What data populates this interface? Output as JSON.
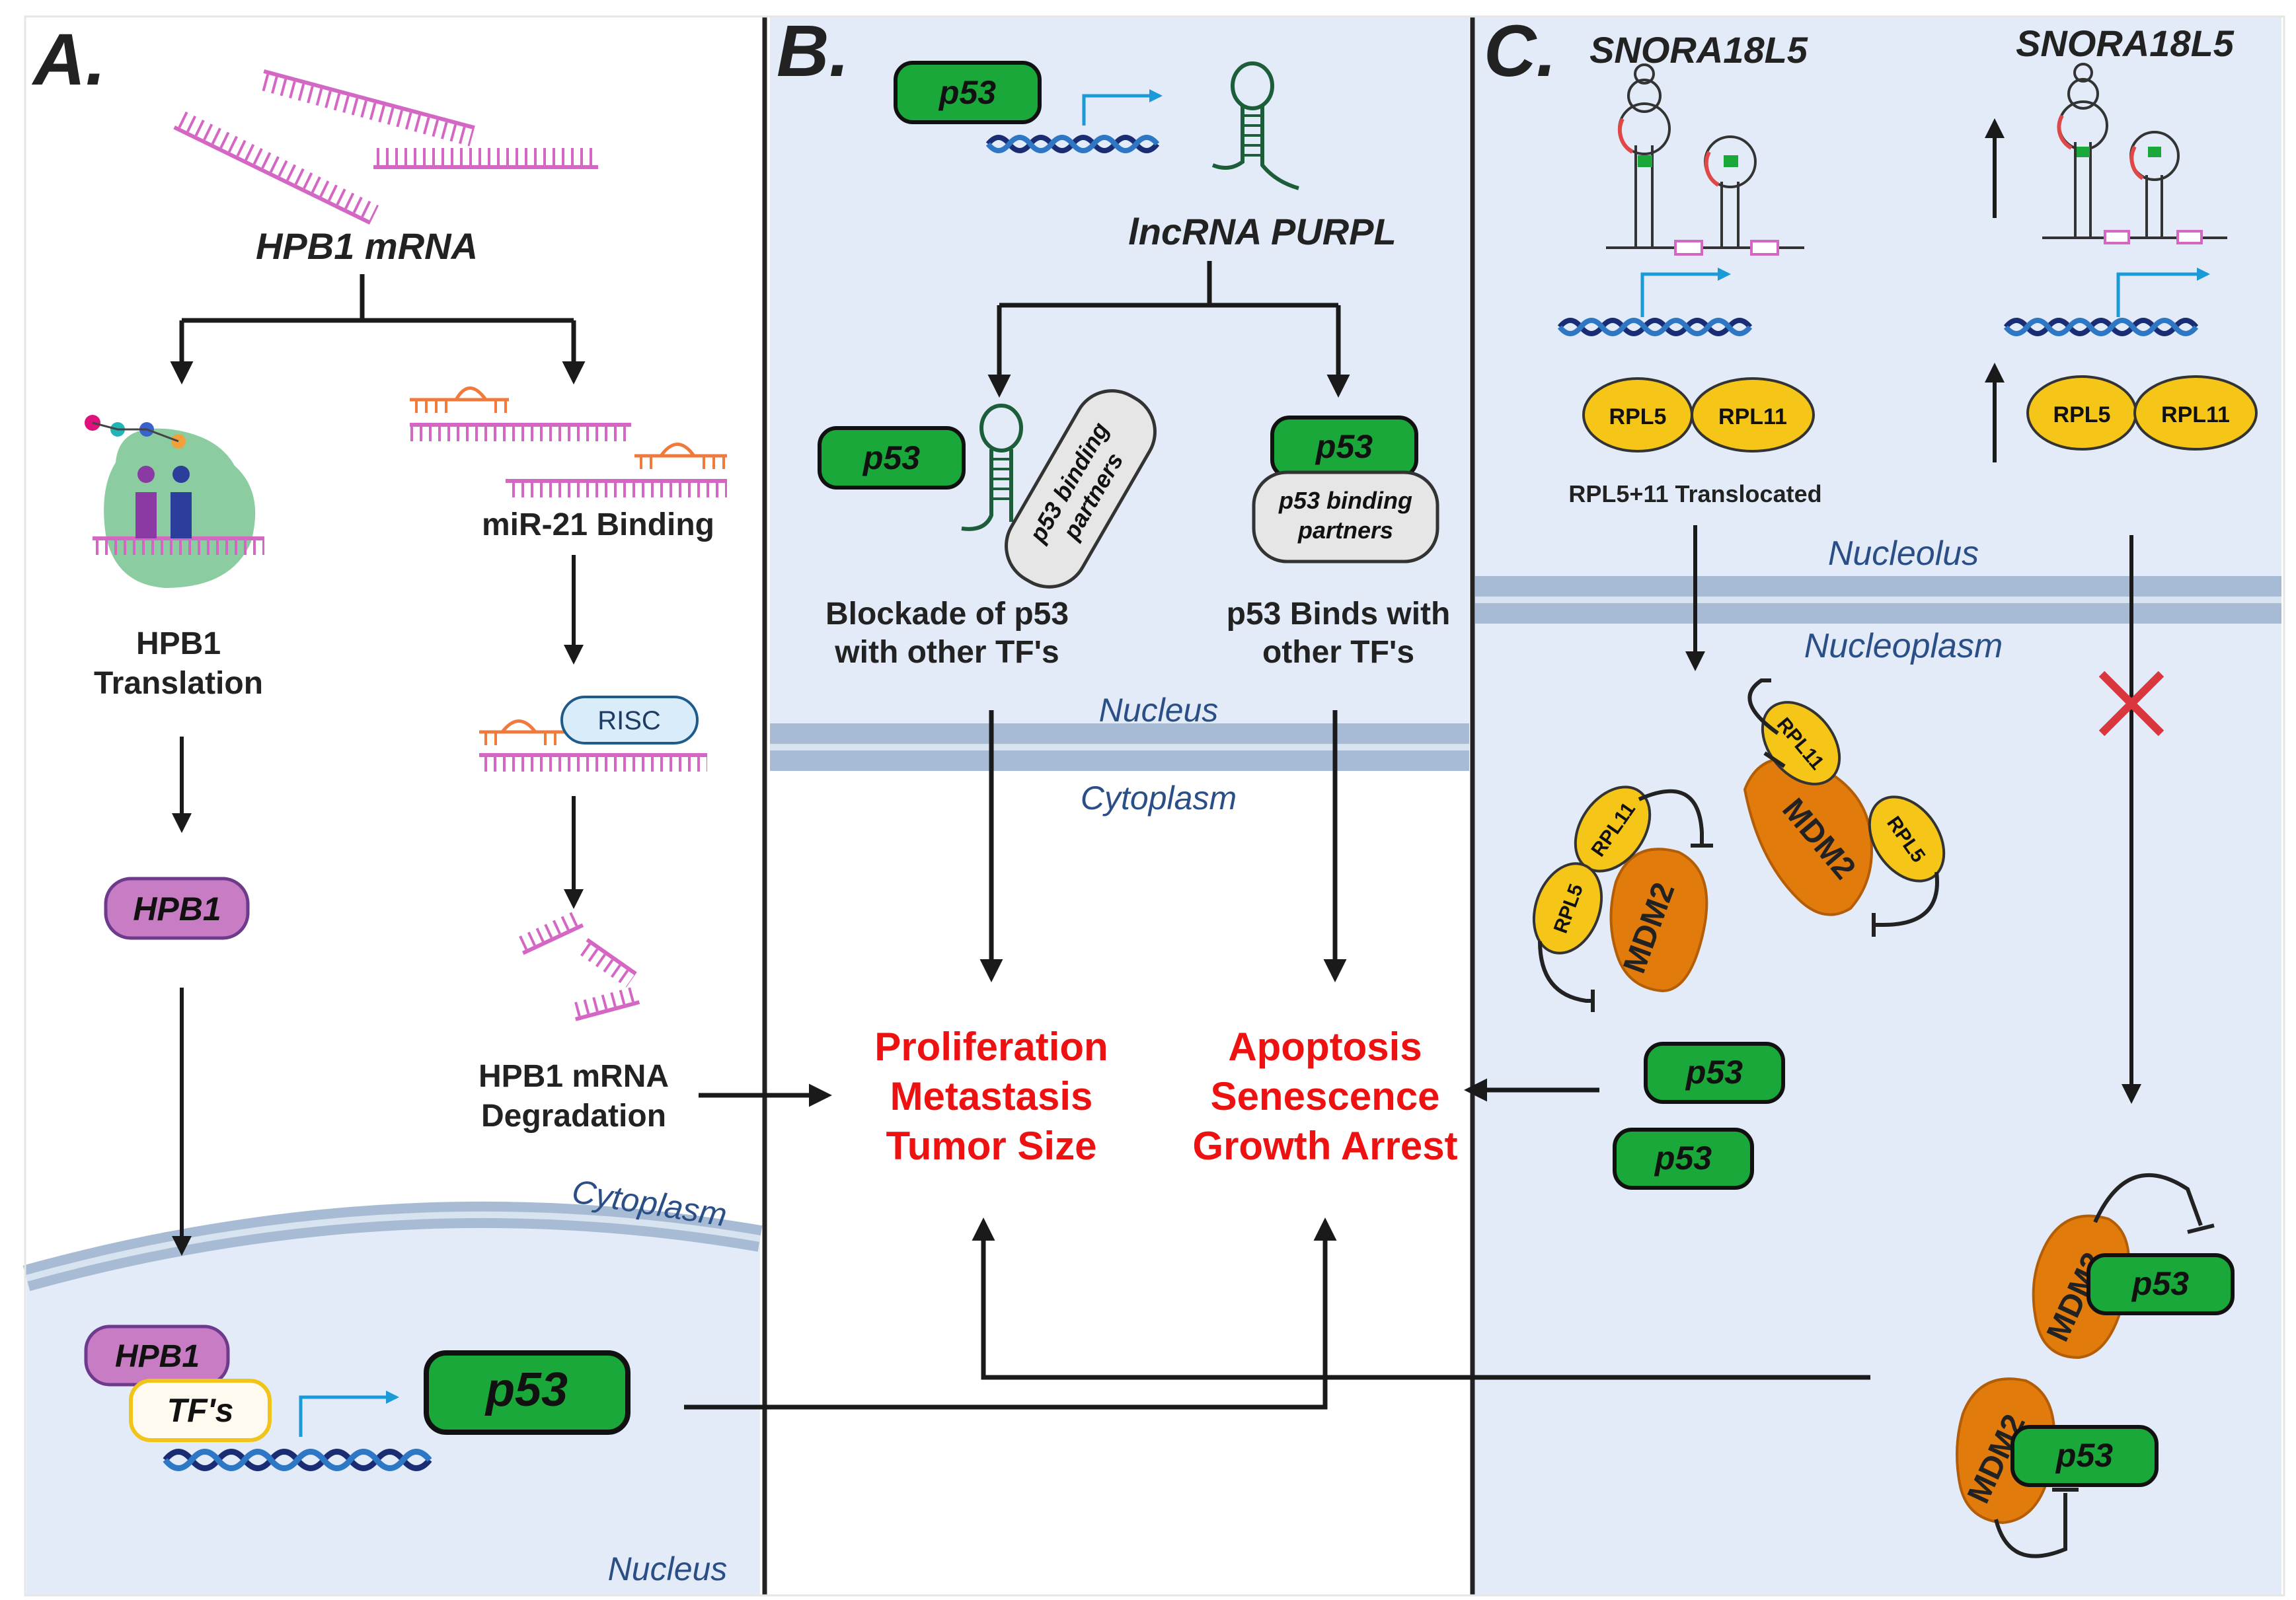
{
  "panel_a": {
    "letter": "A.",
    "mrna_title": "HPB1 mRNA",
    "translation_l1": "HPB1",
    "translation_l2": "Translation",
    "mir_binding": "miR-21 Binding",
    "risc": "RISC",
    "degradation_l1": "HPB1 mRNA",
    "degradation_l2": "Degradation",
    "hpb1_protein": "HPB1",
    "hpb1_nuclear": "HPB1",
    "tfs": "TF's",
    "p53": "p53",
    "cytoplasm": "Cytoplasm",
    "nucleus": "Nucleus"
  },
  "panel_b": {
    "letter": "B.",
    "p53_top": "p53",
    "lncrna": "lncRNA PURPL",
    "p53_left": "p53",
    "partners_left_l1": "p53 binding",
    "partners_left_l2": "partners",
    "p53_right": "p53",
    "partners_right_l1": "p53 binding",
    "partners_right_l2": "partners",
    "blockade_l1": "Blockade of p53",
    "blockade_l2": "with other TF's",
    "binds_l1": "p53 Binds with",
    "binds_l2": "other TF's",
    "nucleus": "Nucleus",
    "cytoplasm": "Cytoplasm"
  },
  "outcomes": {
    "left": [
      "Proliferation",
      "Metastasis",
      "Tumor Size"
    ],
    "right": [
      "Apoptosis",
      "Senescence",
      "Growth Arrest"
    ]
  },
  "panel_c": {
    "letter": "C.",
    "snora_left": "SNORA18L5",
    "snora_right": "SNORA18L5",
    "rpl5": "RPL5",
    "rpl11": "RPL11",
    "translocated": "RPL5+11 Translocated",
    "nucleolus": "Nucleolus",
    "nucleoplasm": "Nucleoplasm",
    "mdm2": "MDM2",
    "p53": "p53"
  },
  "colors": {
    "nucleus_bg": "#e3ebf8",
    "outcome_red": "#ee1111",
    "p53_green": "#1aa83a",
    "hpb1_purple": "#c77cc3",
    "rpl_yellow": "#f5c518",
    "mdm2_orange": "#e07b0c",
    "mrna_pink": "#d466c4",
    "membrane_blue": "#9fb5cf",
    "label_blue": "#2a4e86"
  }
}
